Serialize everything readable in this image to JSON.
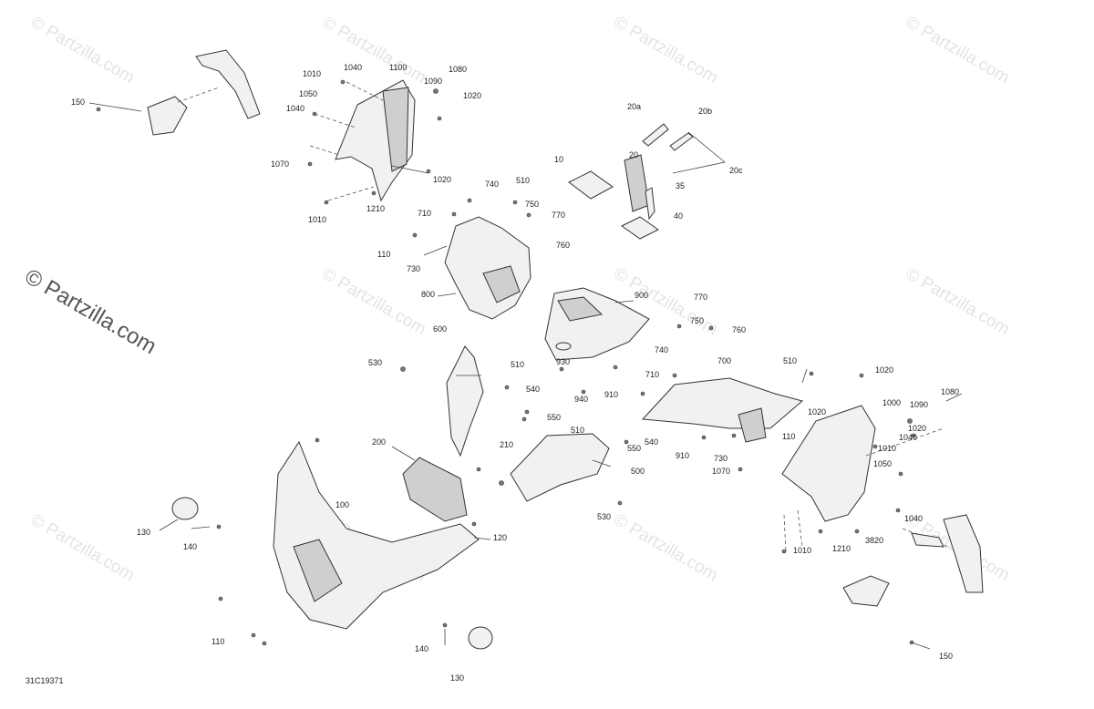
{
  "watermark": {
    "text": "© Partzilla.com"
  },
  "diagram_id": "31C19371",
  "callouts": [
    {
      "id": "c150a",
      "text": "150"
    },
    {
      "id": "c1010a",
      "text": "1010"
    },
    {
      "id": "c1040a",
      "text": "1040"
    },
    {
      "id": "c1100",
      "text": "1100"
    },
    {
      "id": "c1080a",
      "text": "1080"
    },
    {
      "id": "c1090a",
      "text": "1090"
    },
    {
      "id": "c1050a",
      "text": "1050"
    },
    {
      "id": "c1020a",
      "text": "1020"
    },
    {
      "id": "c1040b",
      "text": "1040"
    },
    {
      "id": "c1070a",
      "text": "1070"
    },
    {
      "id": "c1020b",
      "text": "1020"
    },
    {
      "id": "c1010b",
      "text": "1010"
    },
    {
      "id": "c1210a",
      "text": "1210"
    },
    {
      "id": "c20a",
      "text": "20a"
    },
    {
      "id": "c20b",
      "text": "20b"
    },
    {
      "id": "c20c",
      "text": "20c"
    },
    {
      "id": "c10",
      "text": "10"
    },
    {
      "id": "c20",
      "text": "20"
    },
    {
      "id": "c35",
      "text": "35"
    },
    {
      "id": "c40",
      "text": "40"
    },
    {
      "id": "c740a",
      "text": "740"
    },
    {
      "id": "c510a",
      "text": "510"
    },
    {
      "id": "c710a",
      "text": "710"
    },
    {
      "id": "c750a",
      "text": "750"
    },
    {
      "id": "c770a",
      "text": "770"
    },
    {
      "id": "c760a",
      "text": "760"
    },
    {
      "id": "c110a",
      "text": "110"
    },
    {
      "id": "c730a",
      "text": "730"
    },
    {
      "id": "c800",
      "text": "800"
    },
    {
      "id": "c900",
      "text": "900"
    },
    {
      "id": "c770b",
      "text": "770"
    },
    {
      "id": "c750b",
      "text": "750"
    },
    {
      "id": "c760b",
      "text": "760"
    },
    {
      "id": "c600",
      "text": "600"
    },
    {
      "id": "c530a",
      "text": "530"
    },
    {
      "id": "c510b",
      "text": "510"
    },
    {
      "id": "c930",
      "text": "930"
    },
    {
      "id": "c940",
      "text": "940"
    },
    {
      "id": "c910a",
      "text": "910"
    },
    {
      "id": "c740b",
      "text": "740"
    },
    {
      "id": "c700",
      "text": "700"
    },
    {
      "id": "c510c",
      "text": "510"
    },
    {
      "id": "c1020c",
      "text": "1020"
    },
    {
      "id": "c710b",
      "text": "710"
    },
    {
      "id": "c540a",
      "text": "540"
    },
    {
      "id": "c550a",
      "text": "550"
    },
    {
      "id": "c1000",
      "text": "1000"
    },
    {
      "id": "c1080b",
      "text": "1080"
    },
    {
      "id": "c1090b",
      "text": "1090"
    },
    {
      "id": "c1020d",
      "text": "1020"
    },
    {
      "id": "c1020e",
      "text": "1020"
    },
    {
      "id": "c1040c",
      "text": "1040"
    },
    {
      "id": "c1010c",
      "text": "1010"
    },
    {
      "id": "c510d",
      "text": "510"
    },
    {
      "id": "c550b",
      "text": "550"
    },
    {
      "id": "c540b",
      "text": "540"
    },
    {
      "id": "c910b",
      "text": "910"
    },
    {
      "id": "c730b",
      "text": "730"
    },
    {
      "id": "c110b",
      "text": "110"
    },
    {
      "id": "c1070b",
      "text": "1070"
    },
    {
      "id": "c1050b",
      "text": "1050"
    },
    {
      "id": "c200",
      "text": "200"
    },
    {
      "id": "c210",
      "text": "210"
    },
    {
      "id": "c500",
      "text": "500"
    },
    {
      "id": "c100",
      "text": "100"
    },
    {
      "id": "c530b",
      "text": "530"
    },
    {
      "id": "c130a",
      "text": "130"
    },
    {
      "id": "c140a",
      "text": "140"
    },
    {
      "id": "c120",
      "text": "120"
    },
    {
      "id": "c1040d",
      "text": "1040"
    },
    {
      "id": "c3820",
      "text": "3820"
    },
    {
      "id": "c1010d",
      "text": "1010"
    },
    {
      "id": "c1210b",
      "text": "1210"
    },
    {
      "id": "c110c",
      "text": "110"
    },
    {
      "id": "c140b",
      "text": "140"
    },
    {
      "id": "c130b",
      "text": "130"
    },
    {
      "id": "c150b",
      "text": "150"
    }
  ]
}
